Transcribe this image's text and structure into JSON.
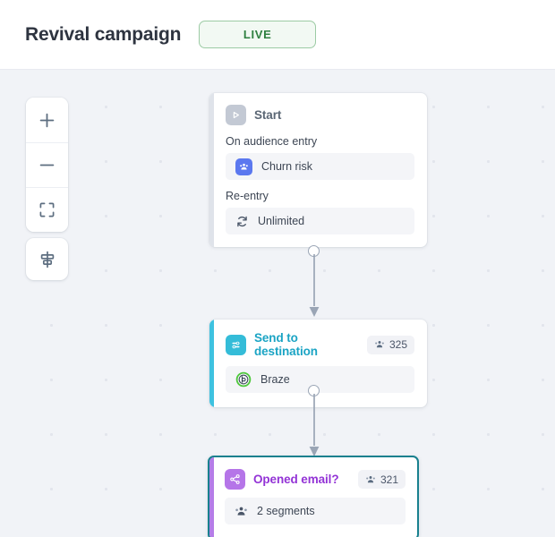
{
  "header": {
    "title": "Revival campaign",
    "status_badge": "LIVE",
    "status_color": "#2f8040"
  },
  "toolbar": {
    "zoom_in_label": "+",
    "zoom_out_label": "−",
    "fit_screen_label": "fit-to-screen",
    "align_label": "align-center"
  },
  "canvas": {
    "nodes": [
      {
        "type": "start",
        "title": "Start",
        "accent_color": "#dfe3ea",
        "icon_bg": "#c3c9d4",
        "title_color": "#5b6775",
        "fields": [
          {
            "label": "On audience entry",
            "value": "Churn risk",
            "icon": "audience-icon"
          },
          {
            "label": "Re-entry",
            "value": "Unlimited",
            "icon": "refresh-icon"
          }
        ]
      },
      {
        "type": "destination",
        "title": "Send to destination",
        "accent_color": "#3ec2e0",
        "icon_bg": "#34bcd8",
        "title_color": "#1ba4c4",
        "badge_count": "325",
        "fields": [
          {
            "value": "Braze",
            "icon": "braze-logo"
          }
        ]
      },
      {
        "type": "split",
        "title": "Opened email?",
        "accent_color": "#b57de8",
        "icon_bg": "#b575e8",
        "title_color": "#9333d6",
        "badge_count": "321",
        "selected": true,
        "selection_color": "#18808e",
        "fields": [
          {
            "value": "2 segments",
            "icon": "segments-icon"
          }
        ]
      }
    ]
  }
}
